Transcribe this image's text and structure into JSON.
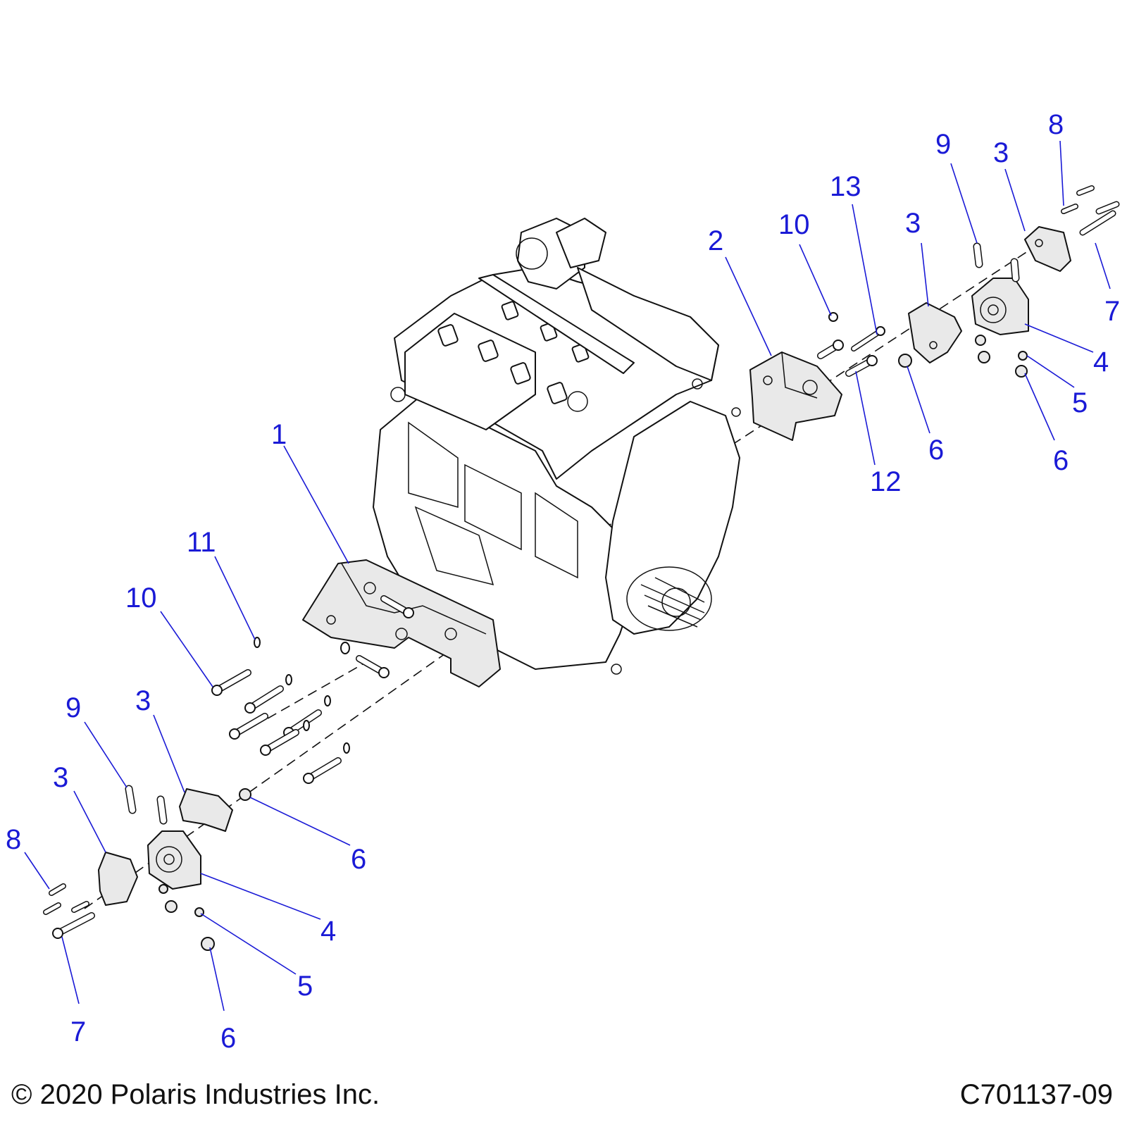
{
  "footer": {
    "copyright": "© 2020 Polaris Industries Inc.",
    "drawing_id": "C701137-09"
  },
  "callouts": [
    {
      "id": "c1",
      "label": "1"
    },
    {
      "id": "c2",
      "label": "2"
    },
    {
      "id": "c10a",
      "label": "10"
    },
    {
      "id": "c13",
      "label": "13"
    },
    {
      "id": "c12",
      "label": "12"
    },
    {
      "id": "c3a",
      "label": "3"
    },
    {
      "id": "c6a",
      "label": "6"
    },
    {
      "id": "c9a",
      "label": "9"
    },
    {
      "id": "c3b",
      "label": "3"
    },
    {
      "id": "c8a",
      "label": "8"
    },
    {
      "id": "c7a",
      "label": "7"
    },
    {
      "id": "c4a",
      "label": "4"
    },
    {
      "id": "c5a",
      "label": "5"
    },
    {
      "id": "c6b",
      "label": "6"
    },
    {
      "id": "c11",
      "label": "11"
    },
    {
      "id": "c10b",
      "label": "10"
    },
    {
      "id": "c9b",
      "label": "9"
    },
    {
      "id": "c3c",
      "label": "3"
    },
    {
      "id": "c3d",
      "label": "3"
    },
    {
      "id": "c8b",
      "label": "8"
    },
    {
      "id": "c6c",
      "label": "6"
    },
    {
      "id": "c4b",
      "label": "4"
    },
    {
      "id": "c5b",
      "label": "5"
    },
    {
      "id": "c7b",
      "label": "7"
    },
    {
      "id": "c6d",
      "label": "6"
    }
  ]
}
